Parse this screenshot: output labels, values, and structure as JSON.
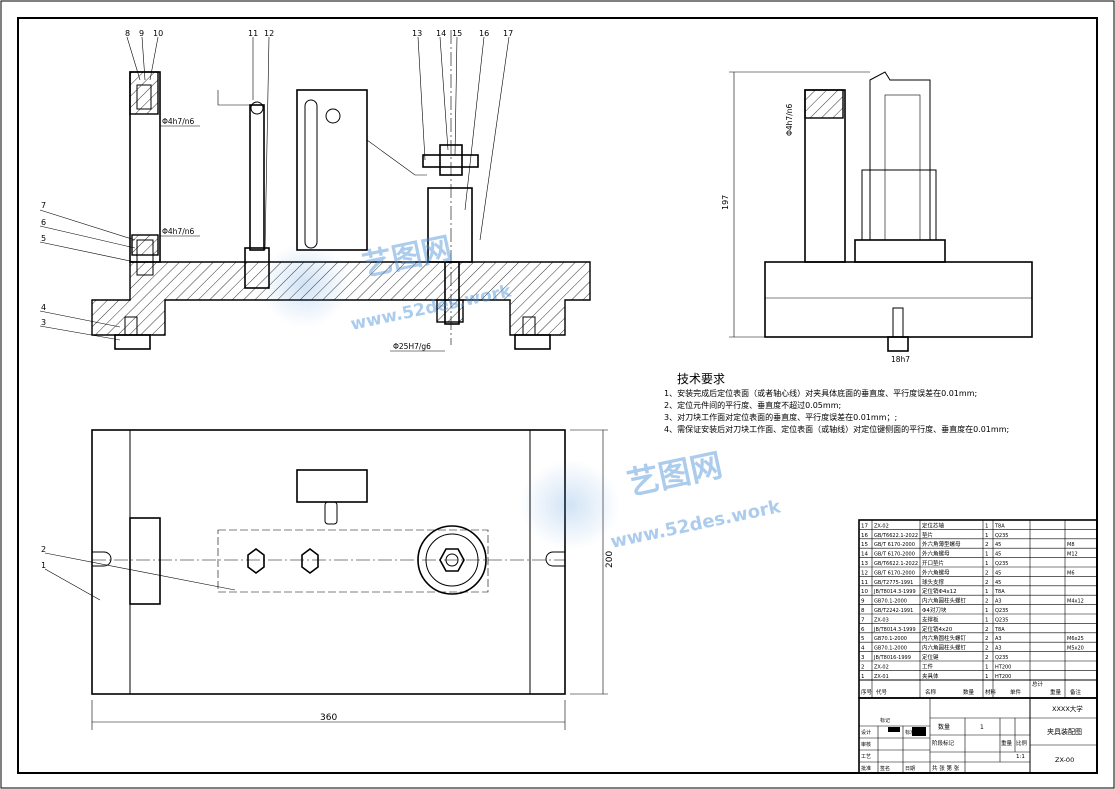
{
  "balloons_top": [
    "8",
    "9",
    "10",
    "11",
    "12",
    "13",
    "14",
    "15",
    "16",
    "17"
  ],
  "balloons_left": [
    "7",
    "6",
    "5",
    "4",
    "3"
  ],
  "balloons_bottom": [
    "2",
    "1"
  ],
  "dims": {
    "fit1": "Φ4h7/n6",
    "fit2": "Φ4h7/n6",
    "fit3": "Φ25H7/g6",
    "fit_side": "Φ4h7/n6",
    "height_side": "197",
    "key_side": "18h7",
    "width": "360",
    "height": "200"
  },
  "tech": {
    "title": "技术要求",
    "items": [
      "1、安装完成后定位表面（或者轴心线）对夹具体底面的垂直度、平行度误差在0.01mm;",
      "2、定位元件间的平行度、垂直度不超过0.05mm;",
      "3、对刀块工作面对定位表面的垂直度、平行度误差在0.01mm；;",
      "4、需保证安装后对刀块工作面、定位表面（或轴线）对定位键侧面的平行度、垂直度在0.01mm;"
    ]
  },
  "watermark": {
    "brand": "艺图网",
    "url": "www.52des.work"
  },
  "bom": [
    [
      "17",
      "ZX-02",
      "定位芯轴",
      "1",
      "T8A",
      ""
    ],
    [
      "16",
      "GB/T6622.1-2022",
      "垫片",
      "1",
      "Q235",
      ""
    ],
    [
      "15",
      "GB/T 6170-2000",
      "外六角薄型螺母",
      "2",
      "45",
      "M8"
    ],
    [
      "14",
      "GB/T 6170-2000",
      "外六角螺母",
      "1",
      "45",
      "M12"
    ],
    [
      "13",
      "GB/T6622.1-2022",
      "开口垫片",
      "1",
      "Q235",
      ""
    ],
    [
      "12",
      "GB/T 6170-2000",
      "外六角螺母",
      "2",
      "45",
      "M6"
    ],
    [
      "11",
      "GB/T2775-1991",
      "球头支撑",
      "2",
      "45",
      ""
    ],
    [
      "10",
      "JB/T8014.3-1999",
      "定位销Φ4x12",
      "1",
      "T8A",
      ""
    ],
    [
      "9",
      "GB70.1-2000",
      "内六角圆柱头螺钉",
      "2",
      "A3",
      "M4x12"
    ],
    [
      "8",
      "GB/T2242-1991",
      "Φ4对刀块",
      "1",
      "Q235",
      ""
    ],
    [
      "7",
      "ZX-03",
      "支撑板",
      "1",
      "Q235",
      ""
    ],
    [
      "6",
      "JB/T8014.3-1999",
      "定位销4x20",
      "2",
      "T8A",
      ""
    ],
    [
      "5",
      "GB70.1-2000",
      "内六角圆柱头螺钉",
      "2",
      "A3",
      "M6x25"
    ],
    [
      "4",
      "GB70.1-2000",
      "内六角圆柱头螺钉",
      "2",
      "A3",
      "M5x20"
    ],
    [
      "3",
      "JB/T8016-1999",
      "定位键",
      "2",
      "Q235",
      ""
    ],
    [
      "2",
      "ZX-02",
      "工件",
      "1",
      "HT200",
      ""
    ],
    [
      "1",
      "ZX-01",
      "夹具体",
      "1",
      "HT200",
      ""
    ]
  ],
  "bom_header": [
    "序号",
    "代号",
    "名称",
    "数量",
    "材料",
    "单件",
    "总计",
    "重量",
    "备注"
  ],
  "title_block": {
    "school": "XXXX大学",
    "drawing_name": "夹具装配图",
    "drawing_no": "ZX-00",
    "qty_label": "数量",
    "qty": "1",
    "scale_label": "比例",
    "scale": "1:1",
    "weight_label": "重量",
    "sheet_label": "共 张 第 张",
    "rows": [
      "设计",
      "审核",
      "工艺",
      "批准"
    ],
    "std_label": "标准化",
    "mark_label": "标记",
    "phase_label": "阶段标记",
    "date_label": "日期",
    "sign_label": "签名"
  },
  "colors": {
    "line": "#000000",
    "watermark": "#4a90d9"
  }
}
